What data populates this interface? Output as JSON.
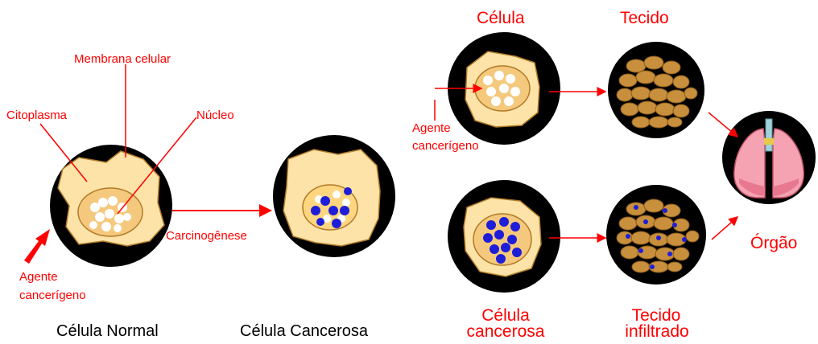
{
  "colors": {
    "label_red": "#ff0000",
    "circle_black": "#000000",
    "cytoplasm": "#fde3a7",
    "nucleus": "#f5c97d",
    "nucleus_cancer": "#ffd680",
    "normal_dot": "#ffffff",
    "cancer_dot": "#1e1ed8",
    "tissue": "#c8903c",
    "lung": "#f5a3b3"
  },
  "labels": {
    "membrana": "Membrana celular",
    "citoplasma": "Citoplasma",
    "nucleo": "Núcleo",
    "agente_left_1": "Agente",
    "agente_left_2": "cancerígeno",
    "carcinogenese": "Carcinogênese",
    "celula_normal": "Célula Normal",
    "celula_cancerosa": "Célula Cancerosa",
    "celula": "Célula",
    "tecido": "Tecido",
    "agente_right_1": "Agente",
    "agente_right_2": "cancerígeno",
    "celula_cancerosa_r1": "Célula",
    "celula_cancerosa_r2": "cancerosa",
    "tecido_infiltrado_1": "Tecido",
    "tecido_infiltrado_2": "infiltrado",
    "orgao": "Órgão"
  }
}
